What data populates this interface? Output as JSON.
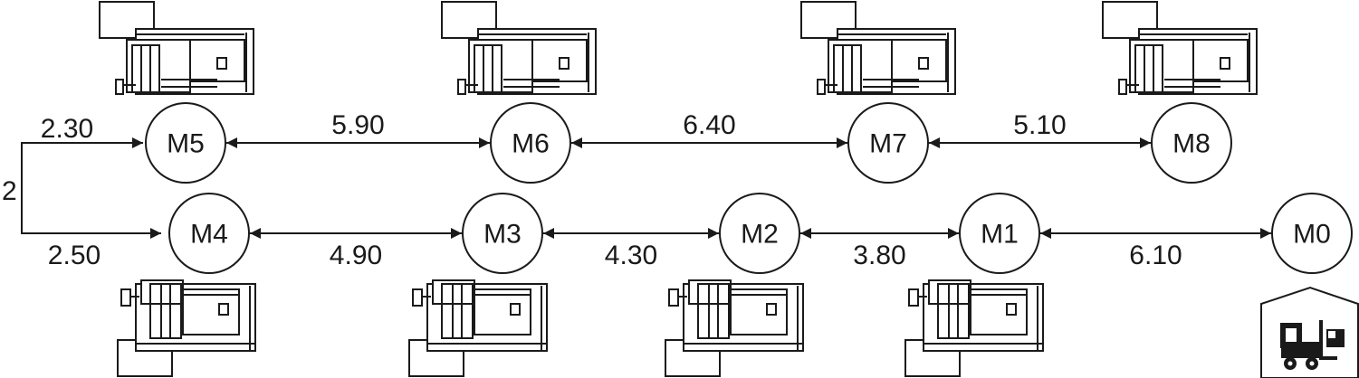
{
  "nodes": [
    {
      "id": "M0",
      "label": "M0"
    },
    {
      "id": "M1",
      "label": "M1"
    },
    {
      "id": "M2",
      "label": "M2"
    },
    {
      "id": "M3",
      "label": "M3"
    },
    {
      "id": "M4",
      "label": "M4"
    },
    {
      "id": "M5",
      "label": "M5"
    },
    {
      "id": "M6",
      "label": "M6"
    },
    {
      "id": "M7",
      "label": "M7"
    },
    {
      "id": "M8",
      "label": "M8"
    }
  ],
  "edges": [
    {
      "from": "M5",
      "to": "M6",
      "distance": "5.90"
    },
    {
      "from": "M6",
      "to": "M7",
      "distance": "6.40"
    },
    {
      "from": "M7",
      "to": "M8",
      "distance": "5.10"
    },
    {
      "from": "M4",
      "to": "M3",
      "distance": "4.90"
    },
    {
      "from": "M3",
      "to": "M2",
      "distance": "4.30"
    },
    {
      "from": "M2",
      "to": "M1",
      "distance": "3.80"
    },
    {
      "from": "M1",
      "to": "M0",
      "distance": "6.10"
    }
  ],
  "connector": {
    "top_distance": "2.30",
    "vertical_distance": "2",
    "bottom_distance": "2.50"
  },
  "depot": {
    "icon": "warehouse-forklift-icon",
    "node": "M0"
  },
  "machines": [
    {
      "icon": "machine-tool-icon",
      "node": "M5"
    },
    {
      "icon": "machine-tool-icon",
      "node": "M6"
    },
    {
      "icon": "machine-tool-icon",
      "node": "M7"
    },
    {
      "icon": "machine-tool-icon",
      "node": "M8"
    },
    {
      "icon": "machine-tool-icon",
      "node": "M4"
    },
    {
      "icon": "machine-tool-icon",
      "node": "M3"
    },
    {
      "icon": "machine-tool-icon",
      "node": "M2"
    },
    {
      "icon": "machine-tool-icon",
      "node": "M1"
    }
  ]
}
